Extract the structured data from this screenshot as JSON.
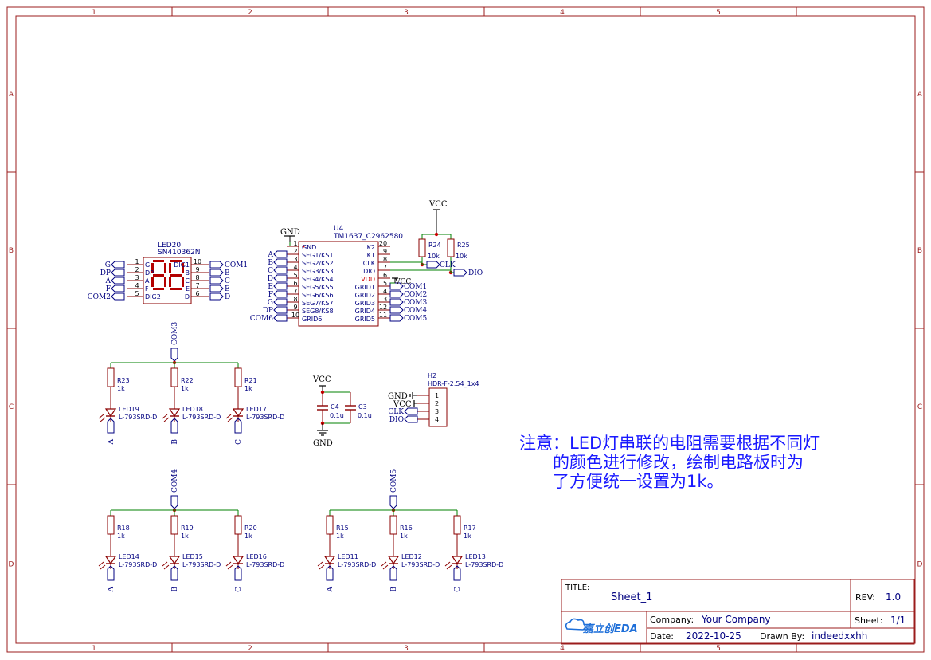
{
  "frame": {
    "columns": [
      "1",
      "2",
      "3",
      "4",
      "5"
    ],
    "rows": [
      "A",
      "B",
      "C",
      "D"
    ]
  },
  "note": {
    "line1": "注意：LED灯串联的电阻需要根据不同灯",
    "line2": "的颜色进行修改，绘制电路板时为",
    "line3": "了方便统一设置为1k。"
  },
  "title_block": {
    "title_label": "TITLE:",
    "title_value": "Sheet_1",
    "rev_label": "REV:",
    "rev_value": "1.0",
    "company_label": "Company:",
    "company_value": "Your Company",
    "sheet_label": "Sheet:",
    "sheet_value": "1/1",
    "date_label": "Date:",
    "date_value": "2022-10-25",
    "drawn_label": "Drawn By:",
    "drawn_value": "indeedxxhh",
    "logo_text": "嘉立创EDA"
  },
  "display": {
    "ref": "LED20",
    "value": "SN410362N",
    "left_nets": [
      "G",
      "DP",
      "A",
      "F",
      "COM2"
    ],
    "left_pins": [
      "1",
      "2",
      "3",
      "4",
      "5"
    ],
    "left_labels": [
      "G",
      "DP",
      "A",
      "F",
      "DIG2"
    ],
    "right_nets": [
      "COM1",
      "B",
      "C",
      "E",
      "D"
    ],
    "right_pins": [
      "10",
      "9",
      "8",
      "7",
      "6"
    ],
    "right_labels": [
      "DIG1",
      "B",
      "C",
      "E",
      "D"
    ]
  },
  "driver": {
    "ref": "U4",
    "value": "TM1637_C2962580",
    "gnd_net": "GND",
    "left_pins": [
      "1",
      "2",
      "3",
      "4",
      "5",
      "6",
      "7",
      "8",
      "9",
      "10"
    ],
    "left_labels": [
      "GND",
      "SEG1/KS1",
      "SEG2/KS2",
      "SEG3/KS3",
      "SEG4/KS4",
      "SEG5/KS5",
      "SEG6/KS6",
      "SEG7/KS7",
      "SEG8/KS8",
      "GRID6"
    ],
    "left_nets": [
      "A",
      "B",
      "C",
      "D",
      "E",
      "F",
      "G",
      "DP",
      "COM6"
    ],
    "right_pins": [
      "20",
      "19",
      "18",
      "17",
      "16",
      "15",
      "14",
      "13",
      "12",
      "11"
    ],
    "right_labels": [
      "K2",
      "K1",
      "CLK",
      "DIO",
      "VDD",
      "GRID1",
      "GRID2",
      "GRID3",
      "GRID4",
      "GRID5"
    ],
    "right_nets": [
      "COM1",
      "COM2",
      "COM3",
      "COM4",
      "COM5"
    ],
    "vcc_net": "VCC"
  },
  "pullups": {
    "vcc": "VCC",
    "r24_ref": "R24",
    "r24_val": "10k",
    "r25_ref": "R25",
    "r25_val": "10k",
    "clk_net": "CLK",
    "dio_net": "DIO"
  },
  "decoupling": {
    "vcc": "VCC",
    "gnd": "GND",
    "c4_ref": "C4",
    "c4_val": "0.1u",
    "c3_ref": "C3",
    "c3_val": "0.1u"
  },
  "header": {
    "ref": "H2",
    "value": "HDR-F-2.54_1x4",
    "nets": [
      "GND",
      "VCC",
      "CLK",
      "DIO"
    ],
    "pins": [
      "1",
      "2",
      "3",
      "4"
    ]
  },
  "led_groups": [
    {
      "com": "COM3",
      "resistors": [
        {
          "ref": "R23",
          "val": "1k"
        },
        {
          "ref": "R22",
          "val": "1k"
        },
        {
          "ref": "R21",
          "val": "1k"
        }
      ],
      "leds": [
        {
          "ref": "LED19",
          "val": "L-793SRD-D"
        },
        {
          "ref": "LED18",
          "val": "L-793SRD-D"
        },
        {
          "ref": "LED17",
          "val": "L-793SRD-D"
        }
      ],
      "nets": [
        "A",
        "B",
        "C"
      ]
    },
    {
      "com": "COM4",
      "resistors": [
        {
          "ref": "R18",
          "val": "1k"
        },
        {
          "ref": "R19",
          "val": "1k"
        },
        {
          "ref": "R20",
          "val": "1k"
        }
      ],
      "leds": [
        {
          "ref": "LED14",
          "val": "L-793SRD-D"
        },
        {
          "ref": "LED15",
          "val": "L-793SRD-D"
        },
        {
          "ref": "LED16",
          "val": "L-793SRD-D"
        }
      ],
      "nets": [
        "A",
        "B",
        "C"
      ]
    },
    {
      "com": "COM5",
      "resistors": [
        {
          "ref": "R15",
          "val": "1k"
        },
        {
          "ref": "R16",
          "val": "1k"
        },
        {
          "ref": "R17",
          "val": "1k"
        }
      ],
      "leds": [
        {
          "ref": "LED11",
          "val": "L-793SRD-D"
        },
        {
          "ref": "LED12",
          "val": "L-793SRD-D"
        },
        {
          "ref": "LED13",
          "val": "L-793SRD-D"
        }
      ],
      "nets": [
        "A",
        "B",
        "C"
      ]
    }
  ],
  "colors": {
    "frame": "#9b1c1c",
    "wire": "#008000",
    "text": "#000080",
    "note": "#1a1aff",
    "body": "#8b0000",
    "pin": "#880000",
    "junction": "#cc0000",
    "led_fill": "#b30000"
  }
}
